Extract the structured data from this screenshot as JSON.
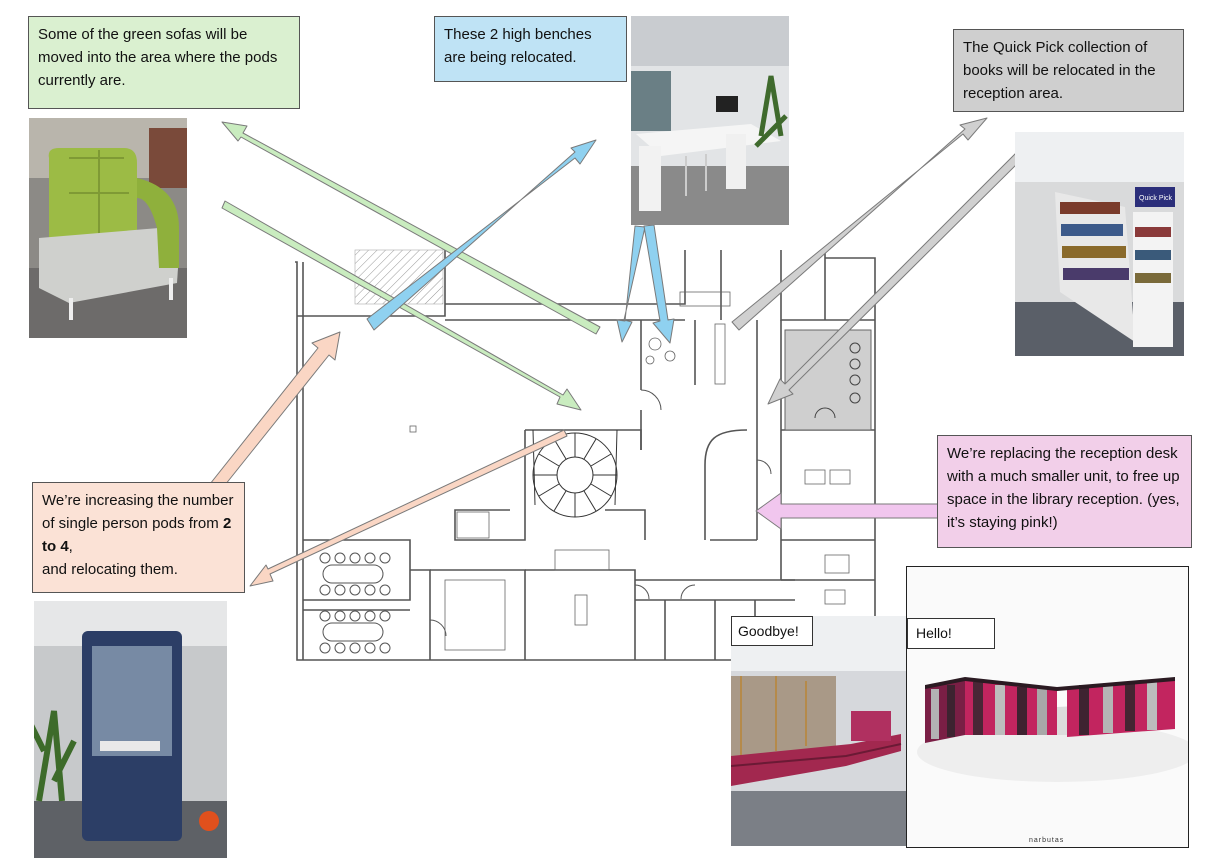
{
  "notes": {
    "sofas": "Some of the green sofas will be moved into the area where the pods currently are.",
    "benches": "These 2 high benches are being relocated.",
    "quickpick": "The Quick Pick collection of books will be relocated in the reception area.",
    "reception": "We’re replacing the reception desk with a much smaller unit, to free up space in the library reception. (yes, it’s staying pink!)",
    "pods_line1": "We’re increasing the number of single person pods from ",
    "pods_bold": "2 to 4",
    "pods_line2": ",",
    "pods_line3": "and relocating them.",
    "goodbye": "Goodbye!",
    "hello": "Hello!"
  },
  "images": {
    "sofa_photo": "green-sofa-photo",
    "bench_photo": "high-bench-photo",
    "shelf_photo": "quick-pick-shelf-photo",
    "pod_photo": "single-person-pod-photo",
    "old_desk_photo": "old-reception-desk-photo",
    "new_desk_render": "new-reception-desk-render",
    "shelf_sign": "Quick Pick",
    "brand_mark": "narbutas"
  },
  "colors": {
    "green_note": "#daf0d0",
    "blue_note": "#bfe3f5",
    "grey_note": "#cfcfcf",
    "pink_note": "#f2cfe9",
    "peach_note": "#fbe2d6",
    "green_arrow": "#c9ecbf",
    "blue_arrow": "#8fd1f0",
    "grey_arrow": "#d0d0d0",
    "pink_arrow": "#f1c6ee",
    "peach_arrow": "#fad6c4",
    "reception_pink": "#a2284f"
  }
}
